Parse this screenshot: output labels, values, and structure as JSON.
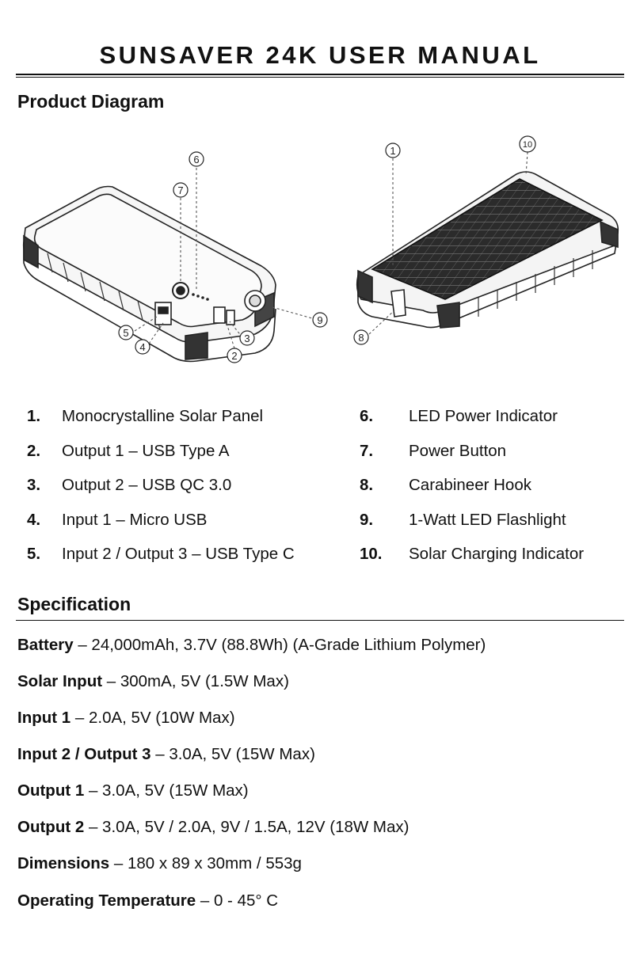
{
  "document": {
    "title": "SUNSAVER 24K USER MANUAL",
    "diagram_heading": "Product Diagram",
    "spec_heading": "Specification"
  },
  "callouts": [
    "1",
    "2",
    "3",
    "4",
    "5",
    "6",
    "7",
    "8",
    "9",
    "10"
  ],
  "parts": [
    {
      "num": "1.",
      "label": "Monocrystalline Solar Panel"
    },
    {
      "num": "2.",
      "label": "Output 1 – USB Type A"
    },
    {
      "num": "3.",
      "label": "Output 2 – USB QC 3.0"
    },
    {
      "num": "4.",
      "label": "Input 1 – Micro USB"
    },
    {
      "num": "5.",
      "label": "Input 2 / Output 3 – USB Type C"
    },
    {
      "num": "6.",
      "label": "LED Power Indicator"
    },
    {
      "num": "7.",
      "label": "Power Button"
    },
    {
      "num": "8.",
      "label": "Carabineer Hook"
    },
    {
      "num": "9.",
      "label": "1-Watt LED Flashlight"
    },
    {
      "num": "10.",
      "label": "Solar Charging Indicator"
    }
  ],
  "specs": [
    {
      "name": "Battery",
      "value": " – 24,000mAh, 3.7V (88.8Wh) (A-Grade Lithium Polymer)"
    },
    {
      "name": "Solar Input",
      "value": " – 300mA, 5V (1.5W Max)"
    },
    {
      "name": "Input 1",
      "value": " – 2.0A, 5V (10W Max)"
    },
    {
      "name": "Input 2 / Output 3",
      "value": " – 3.0A, 5V (15W Max)"
    },
    {
      "name": "Output 1",
      "value": " – 3.0A, 5V (15W Max)"
    },
    {
      "name": "Output 2",
      "value": " – 3.0A, 5V / 2.0A, 9V / 1.5A, 12V (18W Max)"
    },
    {
      "name": "Dimensions",
      "value": " – 180 x 89 x 30mm / 553g"
    },
    {
      "name": "Operating Temperature",
      "value": " – 0 - 45° C"
    }
  ]
}
